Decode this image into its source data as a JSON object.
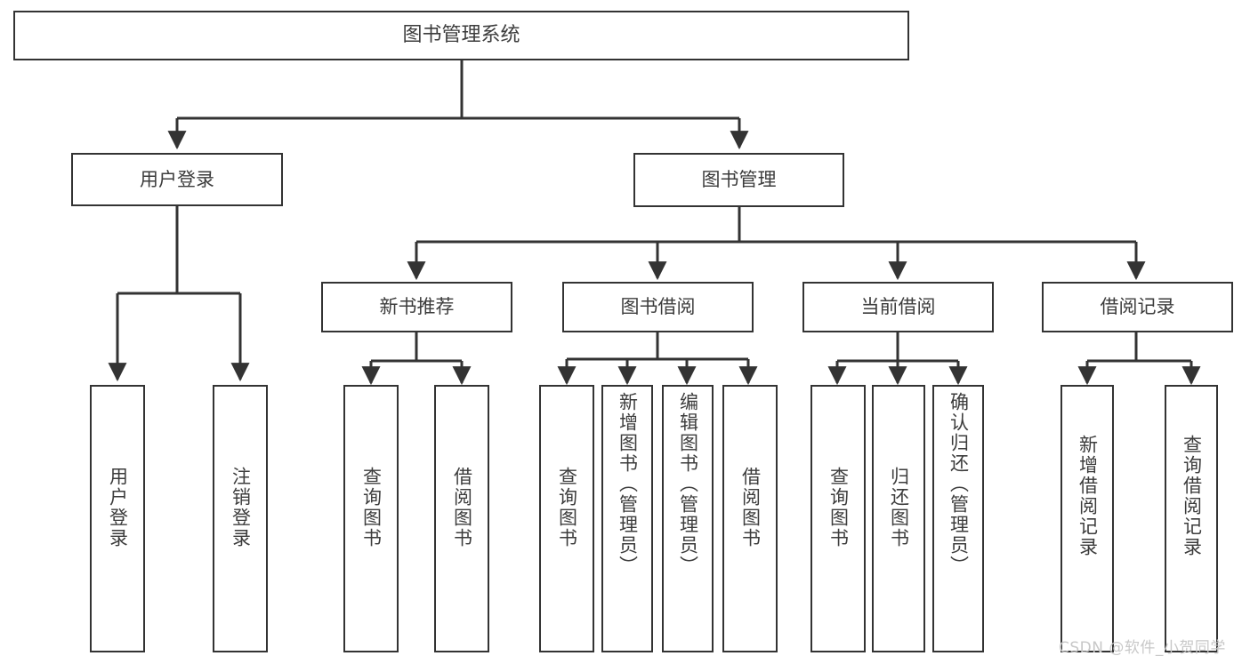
{
  "diagram": {
    "title": "图书管理系统",
    "watermark": "CSDN @软件_小贺同学",
    "colors": {
      "background": "#ffffff",
      "border": "#333333",
      "text": "#3c3c3c",
      "watermark": "#c8c8c8"
    },
    "root": {
      "label": "图书管理系统"
    },
    "tier1": [
      {
        "label": "用户登录"
      },
      {
        "label": "图书管理"
      }
    ],
    "tier2": [
      {
        "label": "新书推荐"
      },
      {
        "label": "图书借阅"
      },
      {
        "label": "当前借阅"
      },
      {
        "label": "借阅记录"
      }
    ],
    "leaves": {
      "user_login": [
        {
          "label": "用户登录"
        },
        {
          "label": "注销登录"
        }
      ],
      "new_book": [
        {
          "label": "查询图书"
        },
        {
          "label": "借阅图书"
        }
      ],
      "borrow": [
        {
          "label": "查询图书"
        },
        {
          "label": "新增图书（管理员）"
        },
        {
          "label": "编辑图书（管理员）"
        },
        {
          "label": "借阅图书"
        }
      ],
      "current": [
        {
          "label": "查询图书"
        },
        {
          "label": "归还图书"
        },
        {
          "label": "确认归还（管理员）"
        }
      ],
      "records": [
        {
          "label": "新增借阅记录"
        },
        {
          "label": "查询借阅记录"
        }
      ]
    }
  }
}
